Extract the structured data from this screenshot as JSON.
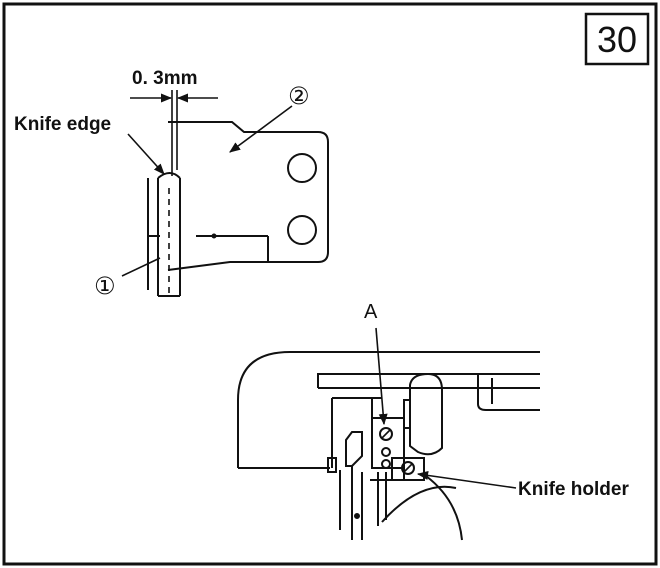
{
  "figure_number": "30",
  "labels": {
    "dimension": "0. 3mm",
    "knife_edge": "Knife edge",
    "part_1": "①",
    "part_2": "②",
    "screw_a": "A",
    "knife_holder": "Knife holder"
  },
  "colors": {
    "ink": "#111111",
    "paper": "#ffffff"
  }
}
